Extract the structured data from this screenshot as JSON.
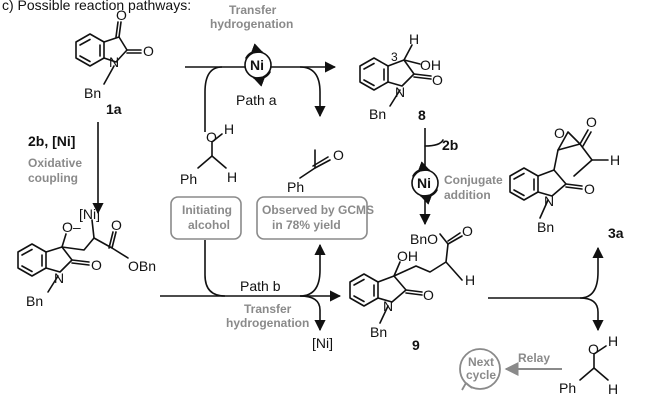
{
  "heading": "c) Possible reaction pathways:",
  "labels": {
    "transfer_hydrogenation_top": [
      "Transfer",
      "hydrogenation"
    ],
    "transfer_hydrogenation_bottom": [
      "Transfer",
      "hydrogenation"
    ],
    "path_a": "Path a",
    "path_b": "Path b",
    "oxidative_coupling": [
      "Oxidative",
      "coupling"
    ],
    "conjugate_addition": [
      "Conjugate",
      "addition"
    ],
    "initiating_alcohol": [
      "Initiating",
      "alcohol"
    ],
    "observed_gcms": [
      "Observed by GCMS",
      "in 78% yield"
    ],
    "relay": "Relay",
    "next_cycle": [
      "Next",
      "cycle"
    ],
    "reagent_left_bold": "2b",
    "reagent_left_rest": ", [Ni]",
    "reagent_right": "2b",
    "ni": "Ni",
    "ni_bracket": "[Ni]",
    "ni_complex": "[Ni]"
  },
  "compounds": {
    "c1a": "1a",
    "c8": "8",
    "c9": "9",
    "c3a": "3a"
  },
  "atoms": {
    "O": "O",
    "N": "N",
    "H": "H",
    "OH": "OH",
    "Bn": "Bn",
    "Ph": "Ph",
    "OBn": "OBn",
    "BnO": "BnO",
    "O_bracket": "O–",
    "three": "3"
  },
  "colors": {
    "gray_label": "#8a8a8a",
    "black": "#111111"
  }
}
